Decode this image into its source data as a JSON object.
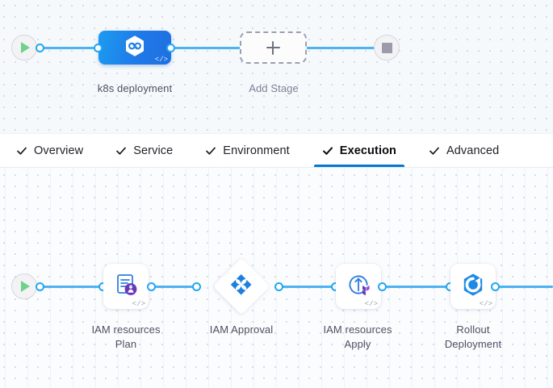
{
  "pipeline": {
    "top": {
      "start_node": {
        "icon": "play-icon",
        "name": "start-node"
      },
      "end_node": {
        "icon": "stop-icon",
        "name": "end-node"
      },
      "stage": {
        "label": "k8s deployment",
        "icon": "kubernetes-harness-hexagon-icon",
        "code_badge": "</>"
      },
      "add_stage": {
        "label": "Add Stage",
        "icon": "plus-icon"
      }
    },
    "tabs": [
      {
        "label": "Overview",
        "icon": "check-icon",
        "active": false
      },
      {
        "label": "Service",
        "icon": "check-icon",
        "active": false
      },
      {
        "label": "Environment",
        "icon": "check-icon",
        "active": false
      },
      {
        "label": "Execution",
        "icon": "check-icon",
        "active": true
      },
      {
        "label": "Advanced",
        "icon": "check-icon",
        "active": false
      }
    ],
    "execution": {
      "start_node": {
        "icon": "play-icon",
        "name": "execution-start-node"
      },
      "steps": [
        {
          "label": "IAM resources\nPlan",
          "icon": "terraform-plan-icon",
          "shape": "card",
          "code_badge": "</>"
        },
        {
          "label": "IAM Approval",
          "icon": "harness-approval-icon",
          "shape": "diamond",
          "code_badge": ""
        },
        {
          "label": "IAM resources\nApply",
          "icon": "terraform-apply-icon",
          "shape": "card",
          "code_badge": "</>"
        },
        {
          "label": "Rollout\nDeployment",
          "icon": "rollout-deployment-icon",
          "shape": "card",
          "code_badge": "</>"
        }
      ]
    }
  },
  "colors": {
    "accent_blue": "#0278d5",
    "connector_blue": "#4cb2f0",
    "connector_dot": "#22a7f0",
    "stage_blue": "#1f7ae8",
    "terraform_purple": "#7b42bc",
    "play_green": "#6fd28a",
    "stop_gray": "#9b9bab",
    "label_text": "#4b5162",
    "canvas_top_bg": "#f6f9fc",
    "canvas_bottom_bg": "#fbfcfe"
  }
}
